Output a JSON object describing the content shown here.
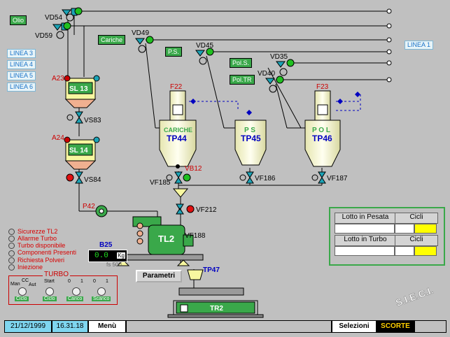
{
  "inputs": {
    "olio": "Olio",
    "cariche": "Cariche",
    "ps": "P.S.",
    "pol_s": "Pol.S.",
    "pol_tr": "Pol.TR"
  },
  "lines": {
    "linea3": "LINEA 3",
    "linea4": "LINEA 4",
    "linea5": "LINEA 5",
    "linea6": "LINEA 6",
    "linea1": "LINEA 1"
  },
  "valves": {
    "vd54": "VD54",
    "vd59": "VD59",
    "vd49": "VD49",
    "vd45": "VD45",
    "vd35": "VD35",
    "vd40": "VD40",
    "vs83": "VS83",
    "vs84": "VS84",
    "vb12": "VB12",
    "vf185": "VF185",
    "vf186": "VF186",
    "vf187": "VF187",
    "vf212": "VF212",
    "vf188": "VF188"
  },
  "equipment": {
    "a23": "A23",
    "a24": "A24",
    "sl13": "SL 13",
    "sl14": "SL 14",
    "f22": "F22",
    "f23": "F23",
    "tp44_top": "CARICHE",
    "tp44": "TP44",
    "tp45_top": "P S",
    "tp45": "TP45",
    "tp46_top": "P O L",
    "tp46": "TP46",
    "p42": "P42",
    "tl2": "TL2",
    "tp47": "TP47",
    "tr2": "TR2"
  },
  "legend": [
    "Sicurezze TL2",
    "Allarme Turbo",
    "Turbo disponibile",
    "Componenti Presenti",
    "Richiesta Polveri",
    "Iniezione"
  ],
  "scale": {
    "label": "B25",
    "value": "0.0",
    "unit": "Kg",
    "fs": "fs 500"
  },
  "turbo": {
    "title": "TURBO",
    "man": "Man",
    "cc": "CC",
    "aut": "Aut",
    "start": "Start",
    "zero1": "0",
    "one1": "1",
    "zero2": "0",
    "one2": "1",
    "buttons": [
      "Ciclo",
      "Ciclo",
      "Carico",
      "Scarico"
    ]
  },
  "lot_panel": {
    "pesata_label": "Lotto in Pesata",
    "pesata_cicli": "Cicli",
    "turbo_label": "Lotto in Turbo",
    "turbo_cicli": "Cicli"
  },
  "params_button": "Parametri",
  "logo": "S.I.E.C.I.",
  "status": {
    "date": "21/12/1999",
    "time": "16.31.18",
    "menu": "Menù",
    "selezioni": "Selezioni",
    "scorte": "SCORTE"
  },
  "colors": {
    "green": "#3aa84a",
    "yellow": "#f7f7a0",
    "red": "#e01010",
    "blue": "#0000c0"
  }
}
